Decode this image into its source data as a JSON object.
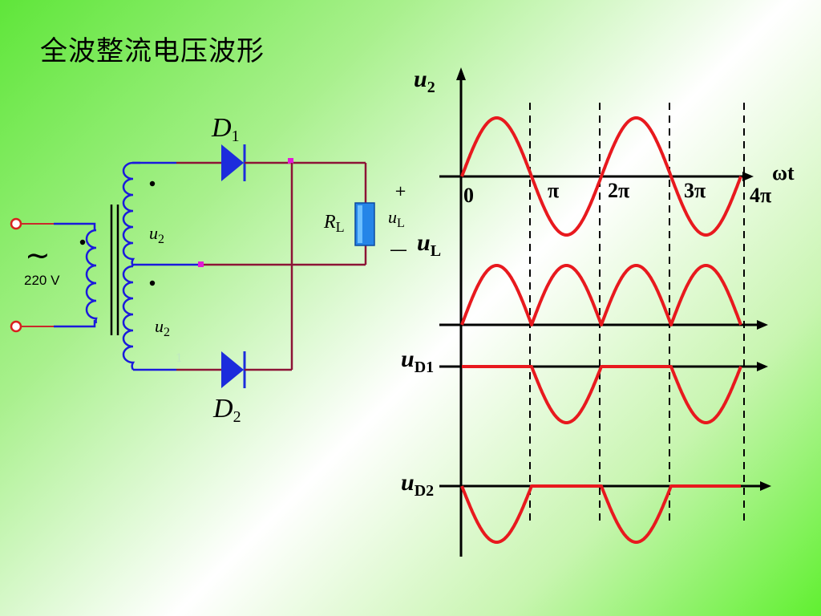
{
  "title": "全波整流电压波形",
  "colors": {
    "wave": "#e8191e",
    "winding": "#1a1adc",
    "wire": "#8c1436",
    "diode": "#1c2cdc",
    "resistor": "#2585e8",
    "axis": "#000000",
    "node": "#e21ad6"
  },
  "circuit": {
    "source_symbol": "~",
    "source_voltage": "220 V",
    "u2_top": {
      "main": "u",
      "sub": "2"
    },
    "u2_bottom": {
      "main": "u",
      "sub": "2"
    },
    "d1": {
      "main": "D",
      "sub": "1"
    },
    "d2": {
      "main": "D",
      "sub": "2"
    },
    "rl": {
      "main": "R",
      "sub": "L"
    },
    "ul": {
      "main": "u",
      "sub": "L"
    },
    "plus": "+",
    "minus": "—",
    "stray_mark": "1"
  },
  "chart_data": {
    "type": "line",
    "x_unit": "ωt",
    "x_ticks": [
      "0",
      "π",
      "2π",
      "3π",
      "4π"
    ],
    "x_range": [
      0,
      4
    ],
    "series": [
      {
        "name": "u2",
        "label_main": "u",
        "label_sub": "2",
        "shape": "sine",
        "x": [
          0,
          0.5,
          1,
          1.5,
          2,
          2.5,
          3,
          3.5,
          4
        ],
        "y": [
          0,
          1,
          0,
          -1,
          0,
          1,
          0,
          -1,
          0
        ]
      },
      {
        "name": "uL",
        "label_main": "u",
        "label_sub": "L",
        "shape": "abs-sine",
        "x": [
          0,
          0.5,
          1,
          1.5,
          2,
          2.5,
          3,
          3.5,
          4
        ],
        "y": [
          0,
          1,
          0,
          1,
          0,
          1,
          0,
          1,
          0
        ]
      },
      {
        "name": "uD1",
        "label_main": "u",
        "label_sub": "D1",
        "shape": "zero-then-negative-halves",
        "x": [
          0,
          1,
          1.5,
          2,
          3,
          3.5,
          4
        ],
        "y": [
          0,
          0,
          -2,
          0,
          0,
          -2,
          0
        ]
      },
      {
        "name": "uD2",
        "label_main": "u",
        "label_sub": "D2",
        "shape": "negative-then-zero-halves",
        "x": [
          0,
          0.5,
          1,
          2,
          2.5,
          3,
          4
        ],
        "y": [
          0,
          -2,
          0,
          0,
          -2,
          0,
          0
        ]
      }
    ]
  }
}
